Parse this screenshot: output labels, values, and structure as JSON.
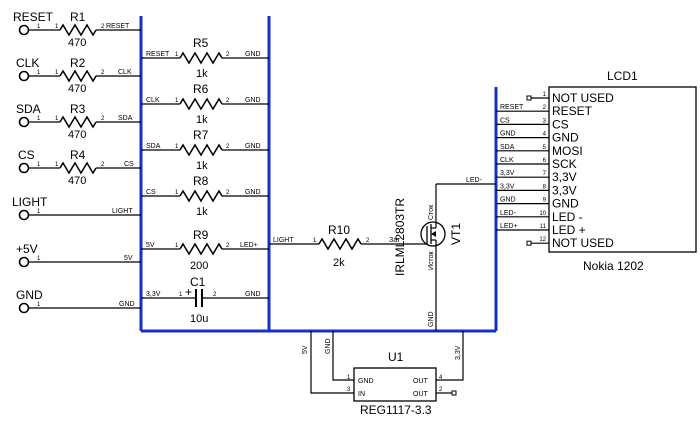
{
  "inputs": [
    {
      "label": "RESET",
      "pin": "1"
    },
    {
      "label": "CLK",
      "pin": "1"
    },
    {
      "label": "SDA",
      "pin": "1"
    },
    {
      "label": "CS",
      "pin": "1"
    },
    {
      "label": "LIGHT",
      "pin": "1"
    },
    {
      "label": "+5V",
      "pin": "1"
    },
    {
      "label": "GND",
      "pin": "1"
    }
  ],
  "series_resistors": [
    {
      "name": "R1",
      "value": "470",
      "net_out": "RESET"
    },
    {
      "name": "R2",
      "value": "470",
      "net_out": "CLK"
    },
    {
      "name": "R3",
      "value": "470",
      "net_out": "SDA"
    },
    {
      "name": "R4",
      "value": "470",
      "net_out": "CS"
    }
  ],
  "left_nets": {
    "light": "LIGHT",
    "v5": "5V",
    "gnd": "GND"
  },
  "pulldowns": [
    {
      "name": "R5",
      "value": "1k",
      "net_in": "RESET",
      "net_out": "GND"
    },
    {
      "name": "R6",
      "value": "1k",
      "net_in": "CLK",
      "net_out": "GND"
    },
    {
      "name": "R7",
      "value": "1k",
      "net_in": "SDA",
      "net_out": "GND"
    },
    {
      "name": "R8",
      "value": "1k",
      "net_in": "CS",
      "net_out": "GND"
    },
    {
      "name": "R9",
      "value": "200",
      "net_in": "5V",
      "net_out": "LED+"
    }
  ],
  "capacitor": {
    "name": "C1",
    "value": "10u",
    "net_in": "3,3V",
    "net_out": "GND"
  },
  "r10": {
    "name": "R10",
    "value": "2k",
    "net_in": "LIGHT",
    "net_out": "Зат"
  },
  "transistor": {
    "name": "VT1",
    "part": "IRLML2803TR",
    "drain": "Сток",
    "gate": "Зат",
    "source": "Исток",
    "drain_net": "LED-",
    "source_net": "GND"
  },
  "lcd": {
    "name": "LCD1",
    "model": "Nokia 1202",
    "pins": [
      {
        "num": "1",
        "net": "",
        "label": "NOT USED"
      },
      {
        "num": "2",
        "net": "RESET",
        "label": "RESET"
      },
      {
        "num": "3",
        "net": "CS",
        "label": "CS"
      },
      {
        "num": "4",
        "net": "GND",
        "label": "GND"
      },
      {
        "num": "5",
        "net": "SDA",
        "label": "MOSI"
      },
      {
        "num": "6",
        "net": "CLK",
        "label": "SCK"
      },
      {
        "num": "7",
        "net": "3,3V",
        "label": "3,3V"
      },
      {
        "num": "8",
        "net": "3,3V",
        "label": "3,3V"
      },
      {
        "num": "9",
        "net": "GND",
        "label": "GND"
      },
      {
        "num": "10",
        "net": "LED-",
        "label": "LED -"
      },
      {
        "num": "11",
        "net": "LED+",
        "label": "LED +"
      },
      {
        "num": "12",
        "net": "",
        "label": "NOT USED"
      }
    ]
  },
  "regulator": {
    "name": "U1",
    "part": "REG1117-3.3",
    "gnd": "GND",
    "in": "IN",
    "out1": "OUT",
    "out2": "OUT",
    "pin_gnd": "1",
    "pin_in": "3",
    "pin_out1": "4",
    "pin_out2": "2",
    "net_in": "5V",
    "net_gnd": "GND",
    "net_out": "3,3V"
  }
}
